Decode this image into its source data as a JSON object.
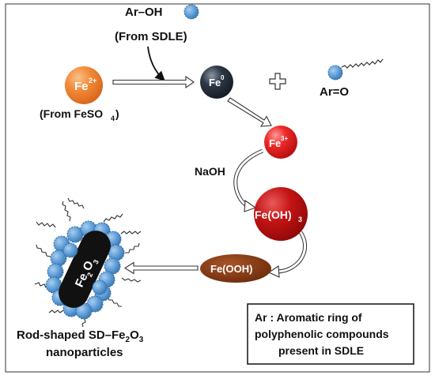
{
  "reagent": {
    "formula": "Ar–OH",
    "source": "(From SDLE)"
  },
  "iron_source": {
    "ion": "Fe",
    "charge": "2+",
    "from_prefix": "(From FeSO",
    "from_sub": "4",
    "from_suffix": ")"
  },
  "zero_iron": {
    "symbol": "Fe",
    "charge": "0"
  },
  "plus_sign": "+",
  "oxidized": {
    "formula": "Ar=O"
  },
  "ferric": {
    "symbol": "Fe",
    "charge": "3+"
  },
  "base": "NaOH",
  "hydroxide": {
    "main": "Fe(OH)",
    "sub": "3"
  },
  "oxyhydroxide": "Fe(OOH)",
  "nanorod": {
    "main": "Fe",
    "sub1": "2",
    "mid": "O",
    "sub2": "3"
  },
  "product": {
    "line1_prefix": "Rod-shaped SD–Fe",
    "line1_sub1": "2",
    "line1_mid": "O",
    "line1_sub2": "3",
    "line2": "nanoparticles"
  },
  "legend": {
    "line1": "Ar : Aromatic ring of",
    "line2": "polyphenolic compounds",
    "line3": "present in SDLE"
  },
  "colors": {
    "fe2_sphere": "#ef7f2c",
    "fe0_sphere": "#26303d",
    "fe3_sphere": "#e81c1c",
    "feoh3_sphere": "#c01212",
    "feooh_ellipse": "#8a3a12",
    "blue_bead": "#5b9bd5",
    "rod": "#111111"
  }
}
